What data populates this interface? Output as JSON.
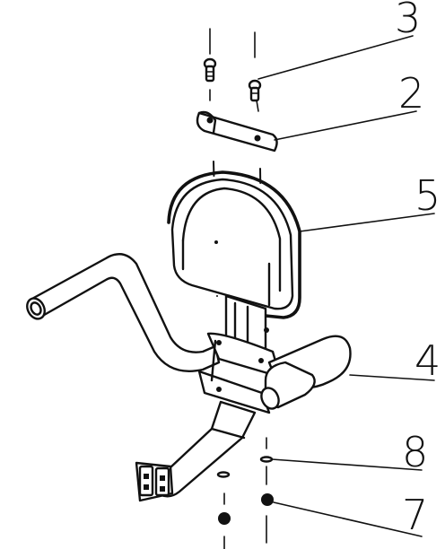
{
  "callouts": [
    {
      "label": "3",
      "part": "bolt-short"
    },
    {
      "label": "2",
      "part": "mounting-plate"
    },
    {
      "label": "5",
      "part": "backrest-pad"
    },
    {
      "label": "4",
      "part": "handlebar-frame"
    },
    {
      "label": "8",
      "part": "washer"
    },
    {
      "label": "7",
      "part": "nut"
    }
  ]
}
